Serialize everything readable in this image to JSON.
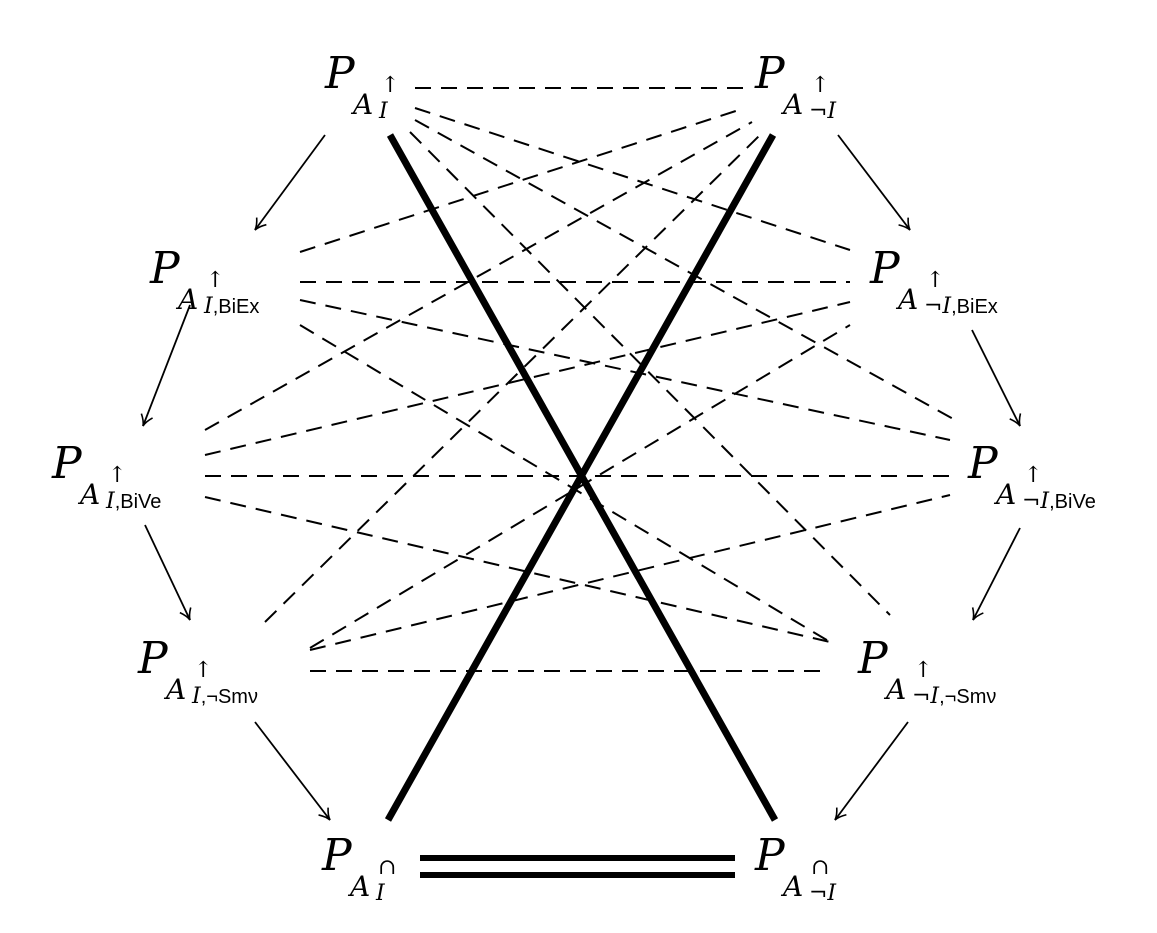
{
  "diagram": {
    "nodes": [
      {
        "id": "L0",
        "P": "P",
        "A": "A",
        "sup": "↑",
        "sub_math": "I",
        "sub_text": ""
      },
      {
        "id": "R0",
        "P": "P",
        "A": "A",
        "sup": "↑",
        "sub_math": "¬I",
        "sub_text": ""
      },
      {
        "id": "L1",
        "P": "P",
        "A": "A",
        "sup": "↑",
        "sub_math": "I",
        "sub_text": ",BiEx"
      },
      {
        "id": "R1",
        "P": "P",
        "A": "A",
        "sup": "↑",
        "sub_math": "¬I",
        "sub_text": ",BiEx"
      },
      {
        "id": "L2",
        "P": "P",
        "A": "A",
        "sup": "↑",
        "sub_math": "I",
        "sub_text": ",BiVe"
      },
      {
        "id": "R2",
        "P": "P",
        "A": "A",
        "sup": "↑",
        "sub_math": "¬I",
        "sub_text": ",BiVe"
      },
      {
        "id": "L3",
        "P": "P",
        "A": "A",
        "sup": "↑",
        "sub_math": "I",
        "sub_text": ",¬Smν"
      },
      {
        "id": "R3",
        "P": "P",
        "A": "A",
        "sup": "↑",
        "sub_math": "¬I",
        "sub_text": ",¬Smν"
      },
      {
        "id": "L4",
        "P": "P",
        "A": "A",
        "sup": "∩",
        "sub_math": "I",
        "sub_text": ""
      },
      {
        "id": "R4",
        "P": "P",
        "A": "A",
        "sup": "∩",
        "sub_math": "¬I",
        "sub_text": ""
      }
    ],
    "arrows": [
      [
        "L0",
        "L1"
      ],
      [
        "L1",
        "L2"
      ],
      [
        "L2",
        "L3"
      ],
      [
        "L3",
        "L4"
      ],
      [
        "R0",
        "R1"
      ],
      [
        "R1",
        "R2"
      ],
      [
        "R2",
        "R3"
      ],
      [
        "R3",
        "R4"
      ]
    ],
    "dashed_edges": [
      [
        "L0",
        "R0"
      ],
      [
        "L0",
        "R1"
      ],
      [
        "L0",
        "R2"
      ],
      [
        "L0",
        "R3"
      ],
      [
        "L1",
        "R0"
      ],
      [
        "L1",
        "R1"
      ],
      [
        "L1",
        "R2"
      ],
      [
        "L1",
        "R3"
      ],
      [
        "L2",
        "R0"
      ],
      [
        "L2",
        "R1"
      ],
      [
        "L2",
        "R2"
      ],
      [
        "L2",
        "R3"
      ],
      [
        "L3",
        "R0"
      ],
      [
        "L3",
        "R1"
      ],
      [
        "L3",
        "R2"
      ],
      [
        "L3",
        "R3"
      ]
    ],
    "thick_edges": [
      [
        "L0",
        "R4"
      ],
      [
        "R0",
        "L4"
      ]
    ],
    "double_edges": [
      [
        "L4",
        "R4"
      ]
    ],
    "color": "#000000"
  }
}
